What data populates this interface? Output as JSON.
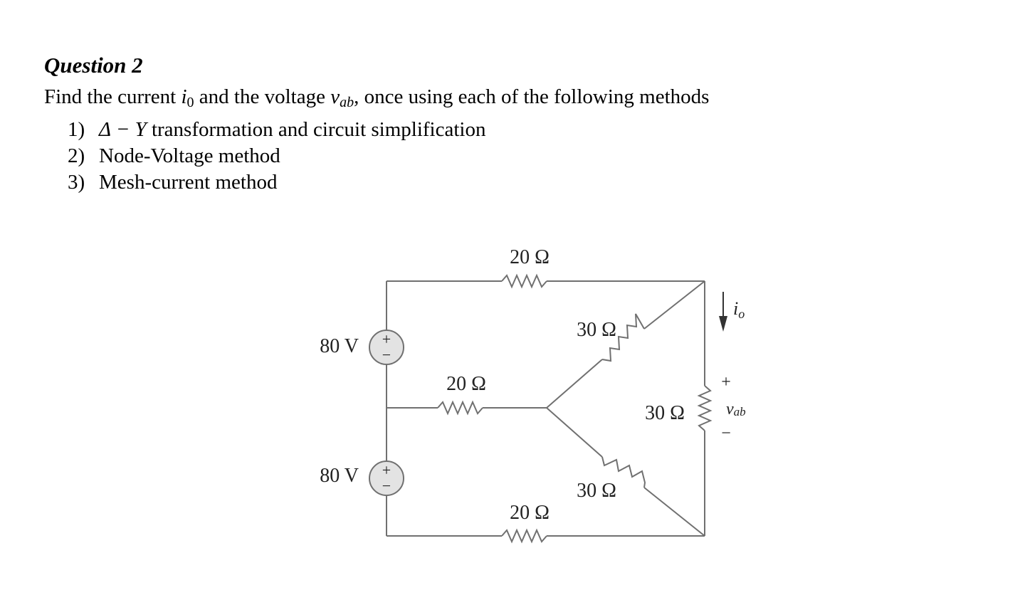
{
  "question": {
    "title": "Question 2",
    "prompt_parts": {
      "p1": "Find the current ",
      "io_var": "i",
      "io_sub": "0",
      "p2": " and the voltage ",
      "vab_var": "v",
      "vab_sub": "ab",
      "p3": ", once using each of the following methods"
    },
    "methods": [
      {
        "num": "1)",
        "prefix_math": "Δ − Y",
        "text": " transformation and circuit simplification"
      },
      {
        "num": "2)",
        "prefix_math": "",
        "text": "Node-Voltage method"
      },
      {
        "num": "3)",
        "prefix_math": "",
        "text": "Mesh-current method"
      }
    ]
  },
  "circuit": {
    "sources": [
      {
        "label": "80 V",
        "polarity_plus": "+",
        "polarity_minus": "−"
      },
      {
        "label": "80 V",
        "polarity_plus": "+",
        "polarity_minus": "−"
      }
    ],
    "resistors": {
      "top": "20 Ω",
      "middle": "20 Ω",
      "bottom": "20 Ω",
      "y_upper": "30 Ω",
      "y_lower": "30 Ω",
      "right": "30 Ω"
    },
    "current_label": {
      "var": "i",
      "sub": "o"
    },
    "voltage_label": {
      "var": "v",
      "sub": "ab",
      "plus": "+",
      "minus": "−"
    }
  }
}
